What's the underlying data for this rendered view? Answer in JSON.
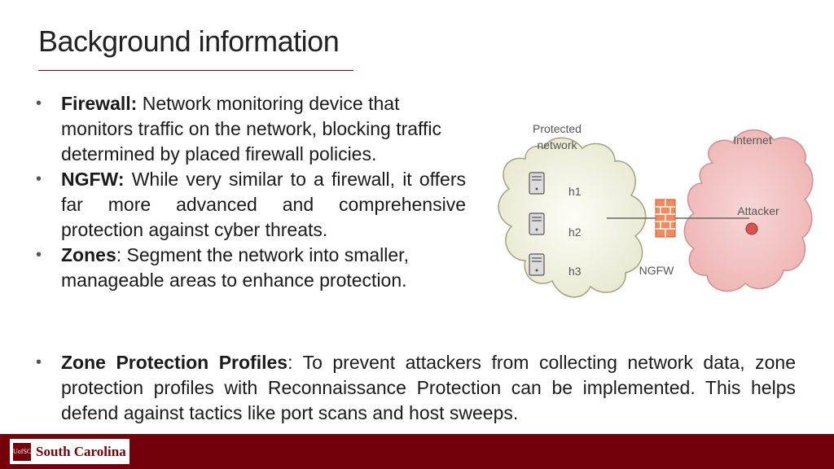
{
  "slide": {
    "title": "Background information"
  },
  "bullets": [
    {
      "term": "Firewall:",
      "text": " Network monitoring device that monitors traffic on the network, blocking traffic determined by placed firewall policies."
    },
    {
      "term": "NGFW:",
      "text": " While very similar to a firewall, it offers far more advanced and comprehensive protection against cyber threats."
    },
    {
      "term": "Zones",
      "text": ": Segment the network into smaller, manageable areas to enhance protection."
    }
  ],
  "bottom_bullet": {
    "term": "Zone Protection Profiles",
    "text": ": To prevent attackers from collecting network data, zone protection profiles with Reconnaissance Protection can be implemented. This helps defend against tactics like port scans and host sweeps."
  },
  "diagram": {
    "protected_label_1": "Protected",
    "protected_label_2": "network",
    "internet_label": "Internet",
    "hosts": [
      "h1",
      "h2",
      "h3"
    ],
    "firewall_label": "NGFW",
    "attacker_label": "Attacker",
    "colors": {
      "protected_cloud": "#f4f3e2",
      "internet_cloud": "#f2c3c3",
      "attacker_dot": "#d9534f",
      "firewall": "#f07a4a"
    }
  },
  "footer": {
    "logo_mark_1": "UofSC",
    "logo_text": "South Carolina",
    "bar_color": "#73000a"
  }
}
